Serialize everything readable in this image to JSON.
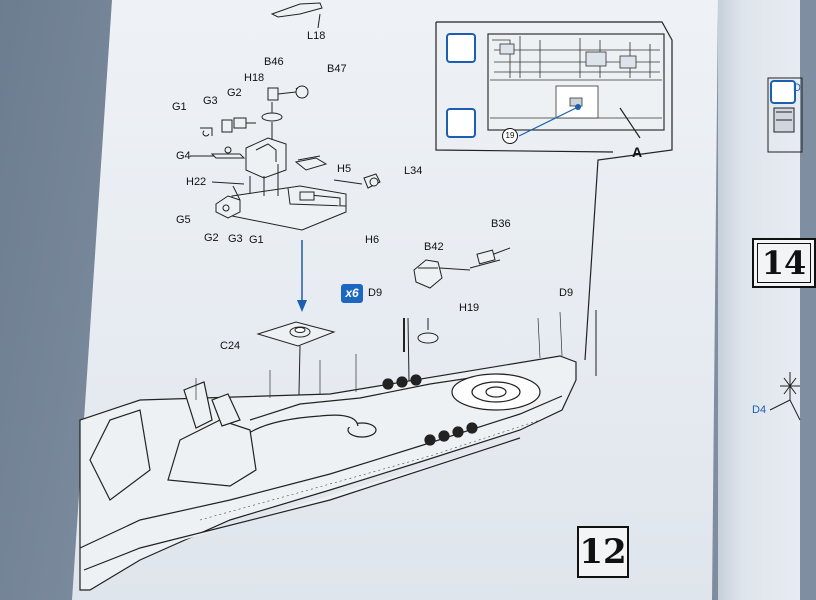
{
  "step_number": "12",
  "next_step_number": "14",
  "quantity_badge": "x6",
  "callout_number": "19",
  "detail_view_label": "A",
  "colors": {
    "accent_blue": "#1c5fb0",
    "ink": "#111111",
    "paper": "#e8edf2"
  },
  "icons": [
    "paint-icon",
    "star-icon"
  ],
  "part_labels": {
    "L18": "L18",
    "B46": "B46",
    "B47": "B47",
    "H18": "H18",
    "G1": "G1",
    "G3": "G3",
    "G2": "G2",
    "G4": "G4",
    "H22": "H22",
    "H5": "H5",
    "L34": "L34",
    "G5": "G5",
    "G2b": "G2",
    "G3b": "G3",
    "G1b": "G1",
    "H6": "H6",
    "B36": "B36",
    "B42": "B42",
    "D9": "D9",
    "H19": "H19",
    "D9b": "D9",
    "C24": "C24",
    "D4": "D4",
    "D_right": "D"
  }
}
